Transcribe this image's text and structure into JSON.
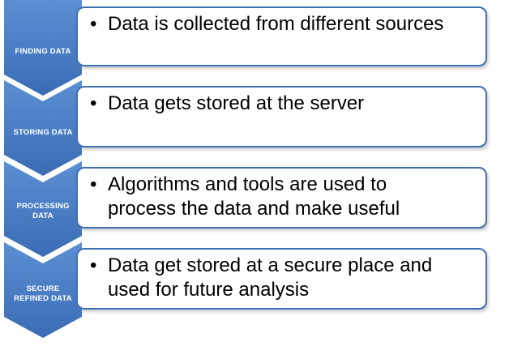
{
  "stages": [
    {
      "label": "FINDING DATA",
      "text": "Data is collected from different sources"
    },
    {
      "label": "STORING DATA",
      "text": "Data gets stored at the server"
    },
    {
      "label": "PROCESSING\nDATA",
      "text": "Algorithms and tools are used to\nprocess the data and make useful"
    },
    {
      "label": "SECURE\nREFINED DATA",
      "text": "Data get stored at a secure place and\nused for future analysis"
    }
  ],
  "colors": {
    "chevron_top": "#5b8fd3",
    "chevron_bottom": "#3a6cb5",
    "border": "#3e6fb0"
  },
  "bullet_symbol": "•"
}
